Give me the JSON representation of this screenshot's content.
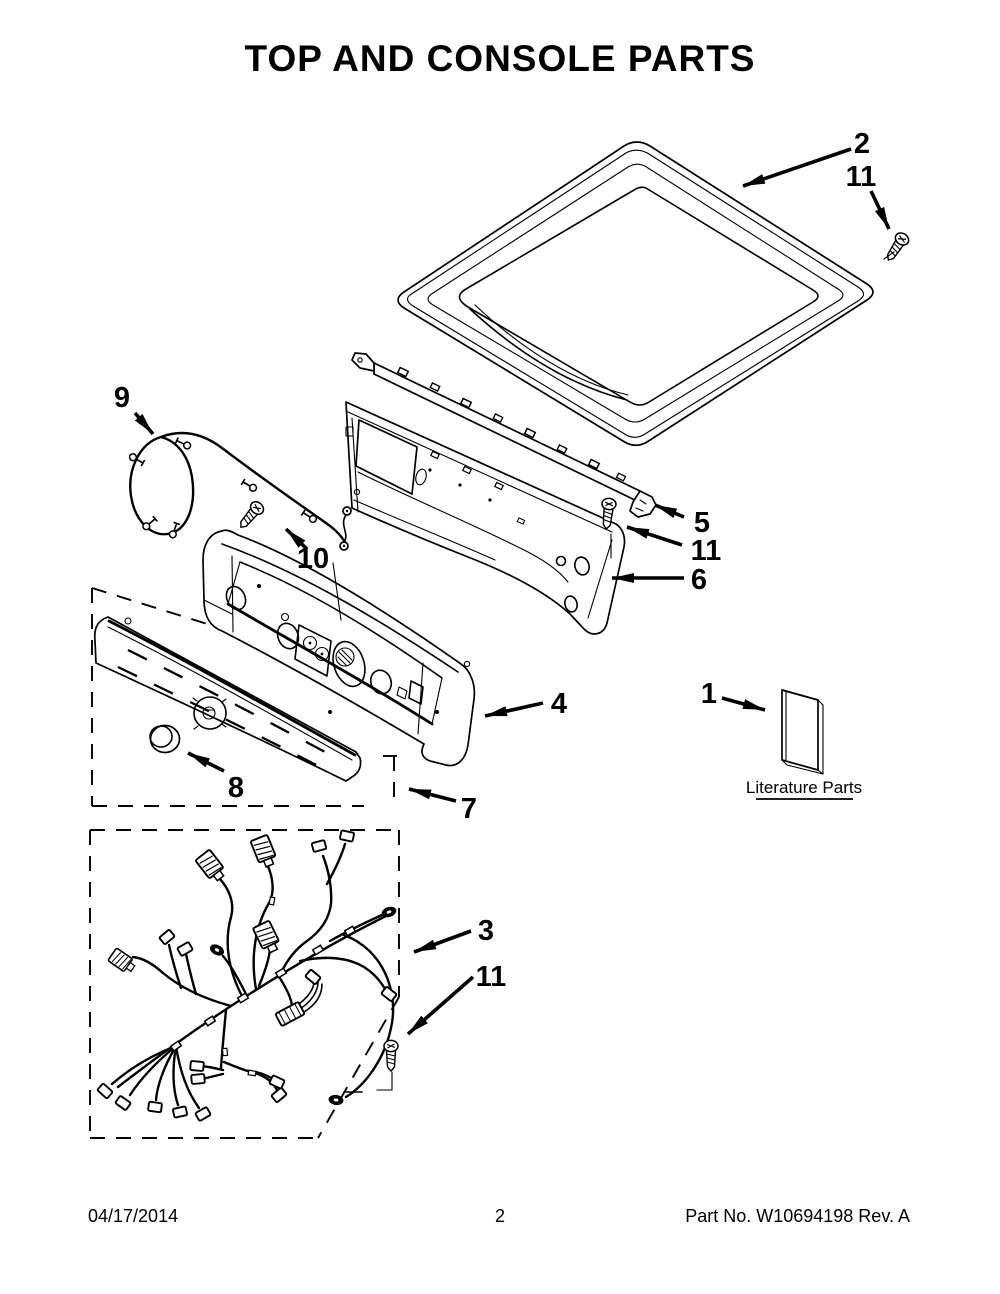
{
  "page": {
    "title": "TOP AND CONSOLE PARTS",
    "footer": {
      "date": "04/17/2014",
      "page_number": "2",
      "part_info": "Part No. W10694198  Rev. A"
    }
  },
  "diagram": {
    "literature_label": "Literature Parts",
    "callouts": [
      "2",
      "11",
      "9",
      "10",
      "5",
      "11",
      "6",
      "4",
      "1",
      "8",
      "7",
      "3",
      "11"
    ]
  }
}
